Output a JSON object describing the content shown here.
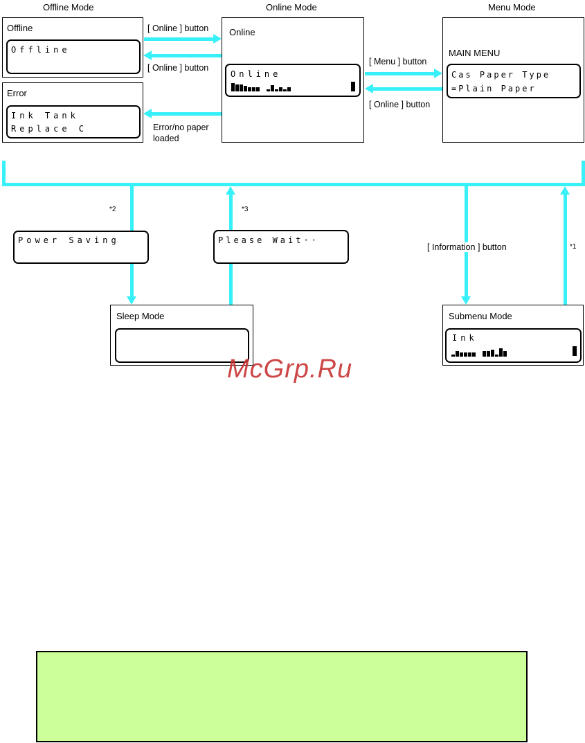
{
  "headers": {
    "offline_mode": "Offline Mode",
    "online_mode": "Online Mode",
    "menu_mode": "Menu Mode"
  },
  "panels": {
    "offline": {
      "title": "Offline",
      "lcd": [
        "Offline"
      ]
    },
    "error": {
      "title": "Error",
      "lcd": [
        "Ink Tank",
        "Replace C"
      ]
    },
    "online": {
      "title": "Online",
      "lcd": [
        "Online"
      ]
    },
    "menu": {
      "title": "MAIN MENU",
      "lcd": [
        "Cas Paper Type",
        "=Plain Paper"
      ]
    },
    "sleep": {
      "title": "Sleep Mode"
    },
    "submenu": {
      "title": "Submenu Mode",
      "lcd": [
        "Ink"
      ]
    }
  },
  "transitions": {
    "online_button_1": "[ Online ] button",
    "online_button_2": "[ Online ] button",
    "error_no_paper": "Error/no paper",
    "loaded": "loaded",
    "menu_button": "[ Menu ] button",
    "online_button_3": "[ Online ] button",
    "information_button": "[ Information ] button"
  },
  "status_lcds": {
    "power_saving": "Power Saving",
    "please_wait": "Please Wait··"
  },
  "notes": {
    "star1": "*1",
    "star2": "*2",
    "star3": "*3"
  },
  "watermark": "McGrp.Ru",
  "colors": {
    "arrow": "#38f0f8",
    "note_box": "#ccff99",
    "watermark": "#c83232"
  }
}
